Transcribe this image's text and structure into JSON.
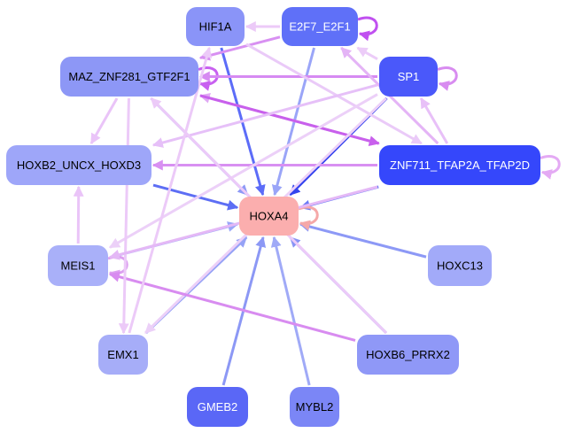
{
  "nodes": [
    {
      "id": "HIF1A",
      "label": "HIF1A",
      "color": "#8a94f8",
      "text": "#000000"
    },
    {
      "id": "E2F7_E2F1",
      "label": "E2F7_E2F1",
      "color": "#5f70f8",
      "text": "#ffffff"
    },
    {
      "id": "MAZ",
      "label": "MAZ_ZNF281_GTF2F1",
      "color": "#8d97f6",
      "text": "#000000"
    },
    {
      "id": "SP1",
      "label": "SP1",
      "color": "#4a58fa",
      "text": "#ffffff"
    },
    {
      "id": "HOXB2",
      "label": "HOXB2_UNCX_HOXD3",
      "color": "#9ea6f9",
      "text": "#000000"
    },
    {
      "id": "ZNF711",
      "label": "ZNF711_TFAP2A_TFAP2D",
      "color": "#3547fb",
      "text": "#ffffff"
    },
    {
      "id": "HOXA4",
      "label": "HOXA4",
      "color": "#fbaeae",
      "text": "#000000"
    },
    {
      "id": "MEIS1",
      "label": "MEIS1",
      "color": "#a9b0f9",
      "text": "#000000"
    },
    {
      "id": "HOXC13",
      "label": "HOXC13",
      "color": "#a2aaf9",
      "text": "#000000"
    },
    {
      "id": "EMX1",
      "label": "EMX1",
      "color": "#a6adf8",
      "text": "#000000"
    },
    {
      "id": "HOXB6",
      "label": "HOXB6_PRRX2",
      "color": "#8f98f7",
      "text": "#000000"
    },
    {
      "id": "GMEB2",
      "label": "GMEB2",
      "color": "#5a67f6",
      "text": "#ffffff"
    },
    {
      "id": "MYBL2",
      "label": "MYBL2",
      "color": "#7b86f6",
      "text": "#000000"
    }
  ],
  "edges": [
    {
      "from": "HIF1A",
      "to": "HOXA4",
      "color": "#5c6cf8"
    },
    {
      "from": "E2F7_E2F1",
      "to": "HOXA4",
      "color": "#9aa5f8"
    },
    {
      "from": "MAZ",
      "to": "HOXA4",
      "color": "#8e9af6"
    },
    {
      "from": "SP1",
      "to": "HOXA4",
      "color": "#3444ee"
    },
    {
      "from": "HOXB2",
      "to": "HOXA4",
      "color": "#5d6ef4"
    },
    {
      "from": "ZNF711",
      "to": "HOXA4",
      "color": "#6b7bf5"
    },
    {
      "from": "MEIS1",
      "to": "HOXA4",
      "color": "#9aa6f8"
    },
    {
      "from": "HOXC13",
      "to": "HOXA4",
      "color": "#8d99f6"
    },
    {
      "from": "EMX1",
      "to": "HOXA4",
      "color": "#96a2f6"
    },
    {
      "from": "HOXB6",
      "to": "HOXA4",
      "color": "#8894f5"
    },
    {
      "from": "GMEB2",
      "to": "HOXA4",
      "color": "#8c98f5"
    },
    {
      "from": "MYBL2",
      "to": "HOXA4",
      "color": "#a0aaf7"
    },
    {
      "from": "HOXA4",
      "to": "HOXA4",
      "color": "#f5a8a8"
    },
    {
      "from": "E2F7_E2F1",
      "to": "E2F7_E2F1",
      "color": "#c050f0"
    },
    {
      "from": "SP1",
      "to": "SP1",
      "color": "#d88cf0"
    },
    {
      "from": "ZNF711",
      "to": "ZNF711",
      "color": "#e4aaf4"
    },
    {
      "from": "MEIS1",
      "to": "MEIS1",
      "color": "#dca0f0"
    },
    {
      "from": "MAZ",
      "to": "MAZ",
      "color": "#c860f0"
    },
    {
      "from": "E2F7_E2F1",
      "to": "HIF1A",
      "color": "#eccaf8"
    },
    {
      "from": "E2F7_E2F1",
      "to": "MAZ",
      "color": "#d890f2"
    },
    {
      "from": "SP1",
      "to": "MAZ",
      "color": "#d68af2"
    },
    {
      "from": "ZNF711",
      "to": "MAZ",
      "color": "#e0a8f4"
    },
    {
      "from": "MAZ",
      "to": "ZNF711",
      "color": "#c860ec"
    },
    {
      "from": "ZNF711",
      "to": "HOXB2",
      "color": "#d890f2"
    },
    {
      "from": "MAZ",
      "to": "HOXB2",
      "color": "#eac4f8"
    },
    {
      "from": "ZNF711",
      "to": "SP1",
      "color": "#e8c0f8"
    },
    {
      "from": "ZNF711",
      "to": "E2F7_E2F1",
      "color": "#e4b4f6"
    },
    {
      "from": "SP1",
      "to": "E2F7_E2F1",
      "color": "#ecccf8"
    },
    {
      "from": "HIF1A",
      "to": "ZNF711",
      "color": "#eacaf8"
    },
    {
      "from": "SP1",
      "to": "HOXB2",
      "color": "#e6c0f8"
    },
    {
      "from": "SP1",
      "to": "MEIS1",
      "color": "#ecd0f8"
    },
    {
      "from": "SP1",
      "to": "EMX1",
      "color": "#ecd0f8"
    },
    {
      "from": "MEIS1",
      "to": "HOXB2",
      "color": "#eac4f8"
    },
    {
      "from": "HOXB6",
      "to": "MEIS1",
      "color": "#d88cf0"
    },
    {
      "from": "HOXB6",
      "to": "MAZ",
      "color": "#eccaf8"
    },
    {
      "from": "MAZ",
      "to": "EMX1",
      "color": "#eccaf8"
    },
    {
      "from": "EMX1",
      "to": "HIF1A",
      "color": "#eccaf8"
    },
    {
      "from": "ZNF711",
      "to": "MEIS1",
      "color": "#e4b8f6"
    }
  ]
}
